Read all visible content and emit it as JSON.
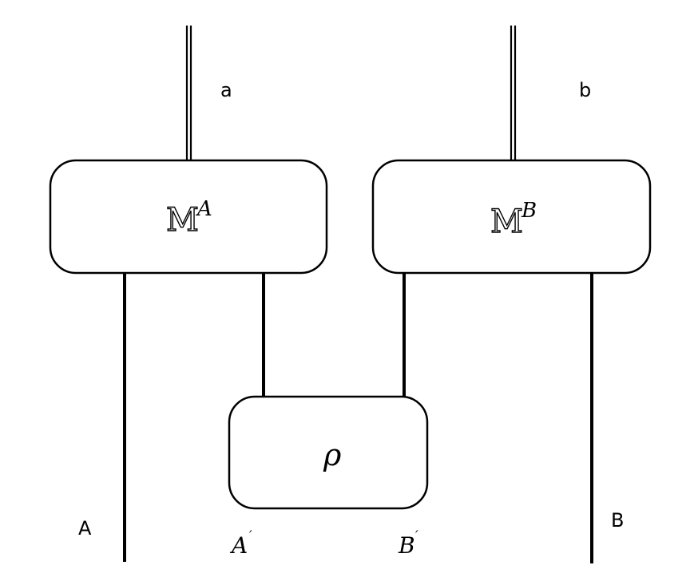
{
  "wires": {
    "classical_out_a": "a",
    "classical_out_b": "b",
    "output_A": "A",
    "output_B": "B",
    "system_A_prime": "A",
    "system_B_prime": "B",
    "prime_mark": "′"
  },
  "boxes": {
    "measurement_a": {
      "symbol": "M",
      "superscript": "A"
    },
    "measurement_b": {
      "symbol": "M",
      "superscript": "B"
    },
    "state": {
      "symbol": "ρ"
    }
  }
}
